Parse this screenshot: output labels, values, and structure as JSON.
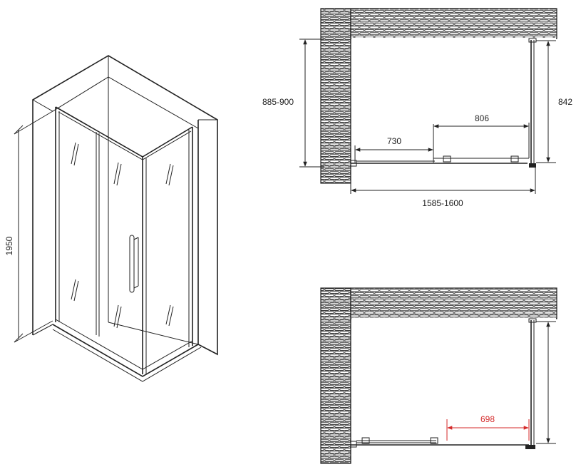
{
  "diagram": {
    "iso_view": {
      "height_label": "1950"
    },
    "plan_top": {
      "depth_label": "885-900",
      "side_panel_label": "842",
      "door_opening_label": "806",
      "fixed_panel_label": "730",
      "width_label": "1585-1600"
    },
    "plan_bottom": {
      "opening_label": "698",
      "opening_label_color": "#d42a2a"
    },
    "colors": {
      "line": "#222222",
      "accent_dimension": "#d42a2a",
      "background": "#ffffff"
    }
  }
}
